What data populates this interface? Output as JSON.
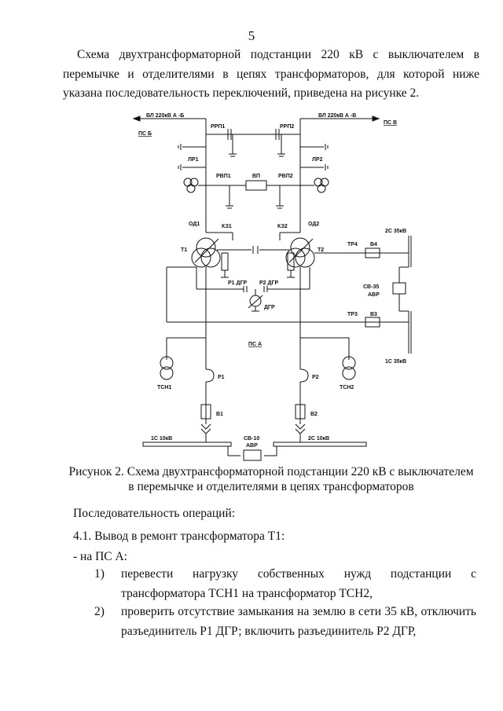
{
  "page_number": "5",
  "intro_text": "Схема двухтрансформаторной подстанции 220 кВ с выключателем в перемычке и отделителями в цепях трансформаторов, для которой ниже указана последовательность переключений, приведена на рисунке 2.",
  "diagram": {
    "labels": {
      "vl_left": "ВЛ 220кВ А -Б",
      "vl_right": "ВЛ 220кВ А -В",
      "ps_b": "ПС Б",
      "ps_v": "ПС В",
      "rrp1": "РРП1",
      "rrp2": "РРП2",
      "lr1": "ЛР1",
      "lr2": "ЛР2",
      "rvp1": "РВП1",
      "rvp2": "РВП2",
      "vp": "ВП",
      "od1": "ОД1",
      "od2": "ОД2",
      "kz1": "КЗ1",
      "kz2": "КЗ2",
      "t1": "Т1",
      "t2": "Т2",
      "r1dgr": "Р1 ДГР",
      "r2dgr": "Р2 ДГР",
      "dgr": "ДГР",
      "tr4": "ТР4",
      "v4": "В4",
      "tr3": "ТР3",
      "v3": "В3",
      "bus2s35": "2С 35кВ",
      "bus1s35": "1С 35кВ",
      "sv35": "СВ-35",
      "avr35": "АВР",
      "ps_a": "ПС А",
      "tsn1": "ТСН1",
      "tsn2": "ТСН2",
      "p1": "Р1",
      "p2": "Р2",
      "b1": "В1",
      "b2": "В2",
      "bus1s10": "1С 10кВ",
      "bus2s10": "2С 10кВ",
      "sv10": "СВ-10",
      "avr10": "АВР"
    }
  },
  "caption": {
    "line1": "Рисунок 2. Схема двухтрансформаторной подстанции 220 кВ с выключателем",
    "line2": "в перемычке и отделителями в цепях трансформаторов"
  },
  "operations_heading": "Последовательность операций:",
  "section_41": "4.1.  Вывод в ремонт трансформатора Т1:",
  "on_ps_a": "- на ПС А:",
  "items": [
    {
      "num": "1)",
      "text": "перевести нагрузку собственных нужд подстанции с трансформатора ТСН1 на трансформатор ТСН2,"
    },
    {
      "num": "2)",
      "text": "проверить отсутствие замыкания на землю в сети 35 кВ, отключить разъединитель Р1 ДГР; включить разъединитель Р2 ДГР,"
    }
  ]
}
